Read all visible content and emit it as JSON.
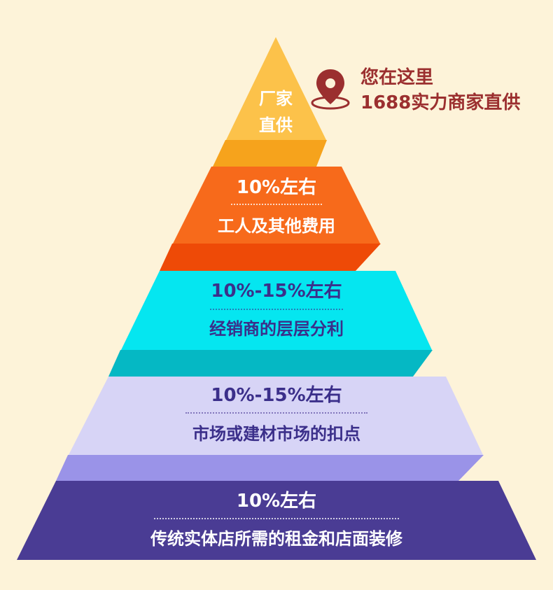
{
  "pyramid": {
    "top": {
      "line1": "厂家",
      "line2": "直供",
      "face": "#fcc24a",
      "edge": "#f6a31c",
      "text": "#ffffff"
    },
    "callout": {
      "line1": "您在这里",
      "line2": "1688实力商家直供",
      "color": "#9b2f2f",
      "icon": "map-pin-icon"
    },
    "tiers": [
      {
        "pct": "10%左右",
        "desc": "工人及其他费用",
        "face": "#f76a1b",
        "edge": "#ee4a07",
        "text": "#ffffff"
      },
      {
        "pct": "10%-15%左右",
        "desc": "经销商的层层分利",
        "face": "#05e6f0",
        "edge": "#05b8c4",
        "text": "#3b2f8a"
      },
      {
        "pct": "10%-15%左右",
        "desc": "市场或建材市场的扣点",
        "face": "#d7d4f6",
        "edge": "#9a93e8",
        "text": "#3b2f8a"
      },
      {
        "pct": "10%左右",
        "desc": "传统实体店所需的租金和店面装修",
        "face": "#4a3c94",
        "edge": "#4a3c94",
        "text": "#ffffff"
      }
    ]
  }
}
